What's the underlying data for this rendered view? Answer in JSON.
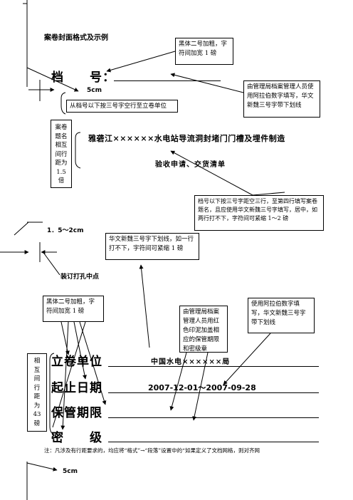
{
  "header": {
    "title": "案卷封面格式及示例"
  },
  "file_no": {
    "label": "档　　号："
  },
  "callouts": {
    "heiti2": "黑体二号加粗，字符间加宽 1 磅",
    "mgmt_code": "由管理局档案管理人员使用阿拉伯数字填写，华文新魏三号字带下划线",
    "space3_unit": "从档号以下按三号字空行至立卷单位",
    "title_spacing": [
      "案卷",
      "题名",
      "相互",
      "间行",
      "距为",
      "1.5",
      "倍"
    ],
    "title_rule": "档号以下按三号字距空三行，至第四行填写案卷题名，且应使用华文新魏三号字填写，居中，如两行打不下，字符间可紧缩 1～2 磅",
    "xinwei_rule": "华文新魏三号字下划线，如一行打不下，字符间可紧缩 1 磅",
    "heiti2_b": "黑体二号加粗，字符间加宽 1 磅",
    "red_seal": "由管理局档案管理人员用红色印泥加盖相应的保管期限和密级章",
    "arabic": "使用阿拉伯数字填写，华文新魏三号字带下划线",
    "row_spacing": [
      "相",
      "互",
      "间",
      "行",
      "距",
      "为",
      "43",
      "磅"
    ]
  },
  "dims": {
    "top_5cm": "5cm",
    "bind_margin": "1．5～2cm",
    "bind_hole": "装订打孔中点",
    "bottom_5cm": "5cm"
  },
  "case_title": {
    "line1": "雅砻江××××××水电站导流洞封堵门门槽及埋件制造",
    "line2": "验收申请、交货清单"
  },
  "fields": [
    {
      "label": "立卷单位",
      "value": "中国水电××××××局"
    },
    {
      "label": "起止日期",
      "value": "2007-12-01～2007-09-28"
    },
    {
      "label": "保管期限",
      "value": ""
    },
    {
      "label": "密　　级",
      "value": ""
    }
  ],
  "note": "注：凡涉及有行距要求的，均应将“格式”→“段落”设置中的“如果定义了文档网格，则对齐网"
}
